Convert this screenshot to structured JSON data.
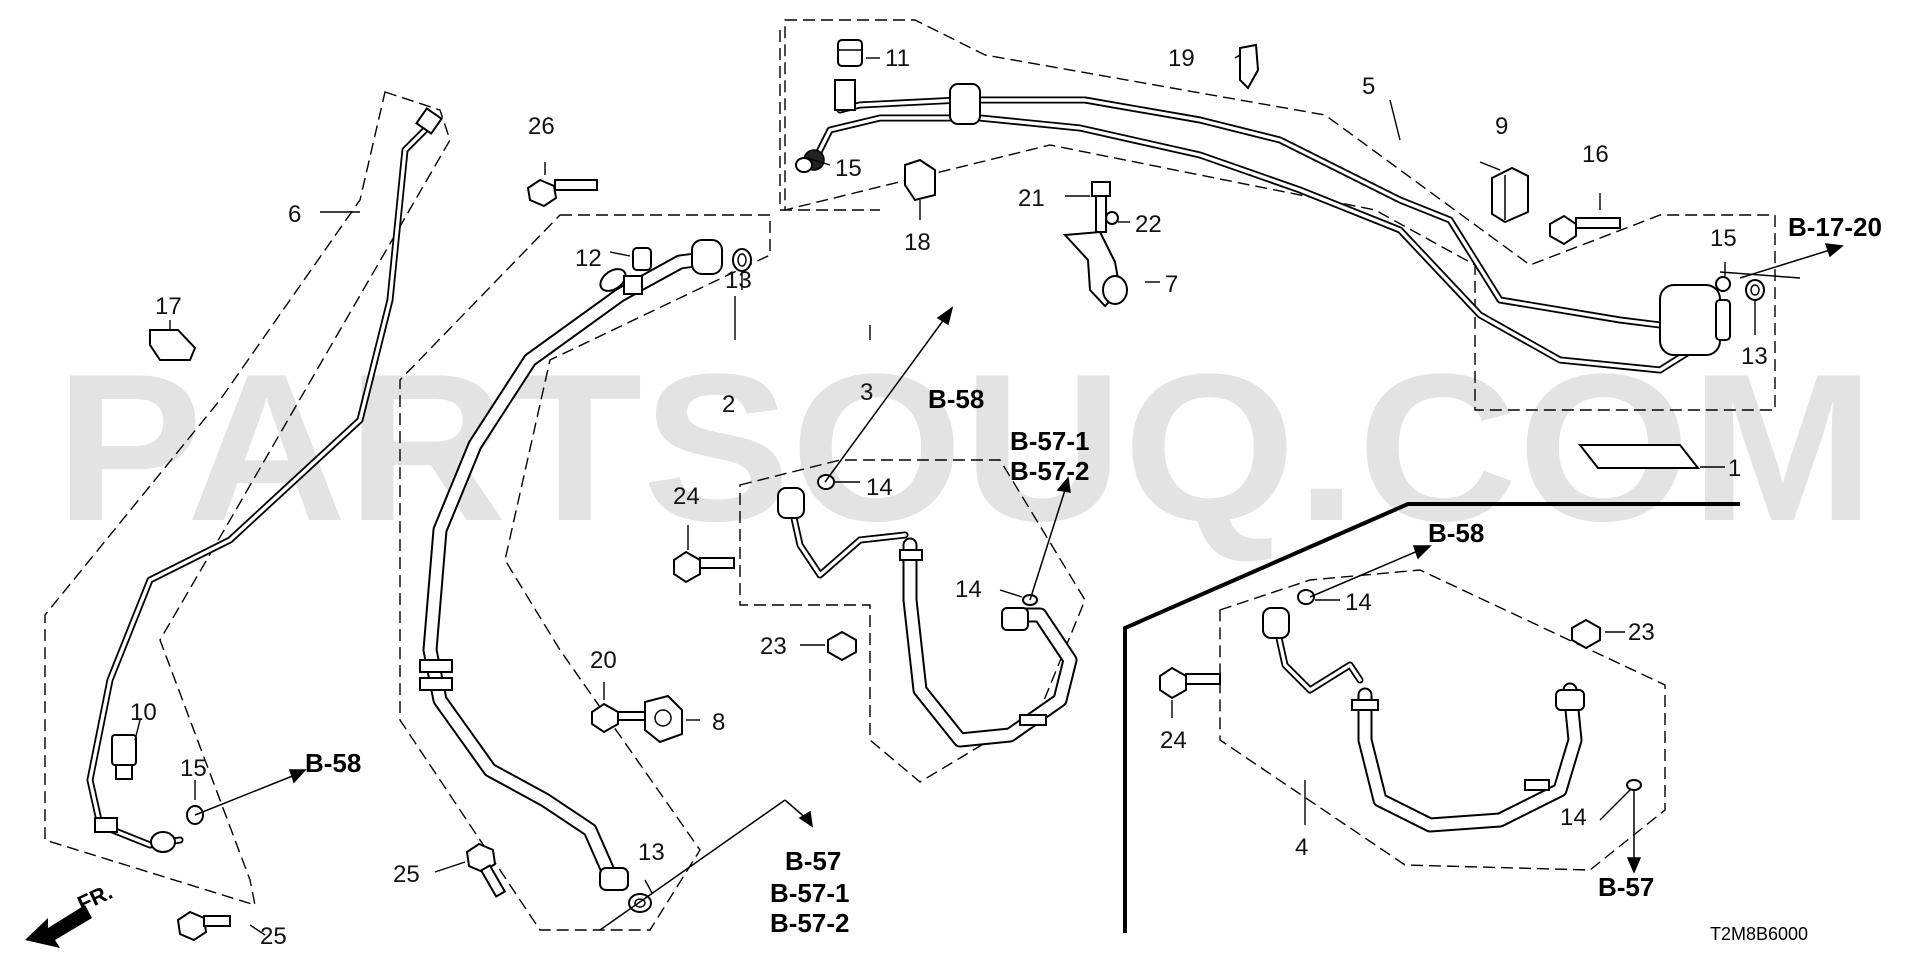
{
  "watermark": "PARTSOUQ.COM",
  "diagram_code": "T2M8B6000",
  "direction_label": "FR.",
  "callouts": {
    "c1": "1",
    "c2": "2",
    "c3": "3",
    "c4": "4",
    "c5": "5",
    "c6": "6",
    "c7": "7",
    "c8": "8",
    "c9": "9",
    "c10": "10",
    "c11": "11",
    "c12": "12",
    "c13a": "13",
    "c13b": "13",
    "c13c": "13",
    "c14a": "14",
    "c14b": "14",
    "c14c": "14",
    "c14d": "14",
    "c15a": "15",
    "c15b": "15",
    "c15c": "15",
    "c16": "16",
    "c17": "17",
    "c18": "18",
    "c19": "19",
    "c20": "20",
    "c21": "21",
    "c22": "22",
    "c23a": "23",
    "c23b": "23",
    "c24a": "24",
    "c24b": "24",
    "c25a": "25",
    "c25b": "25",
    "c26": "26"
  },
  "references": {
    "r_b1720": "B-17-20",
    "r_b58_top": "B-58",
    "r_b571": "B-57-1",
    "r_b572": "B-57-2",
    "r_b58_right": "B-58",
    "r_b58_left": "B-58",
    "r_b57_bot": "B-57",
    "r_b571_bot": "B-57-1",
    "r_b572_bot": "B-57-2",
    "r_b57_right": "B-57"
  }
}
